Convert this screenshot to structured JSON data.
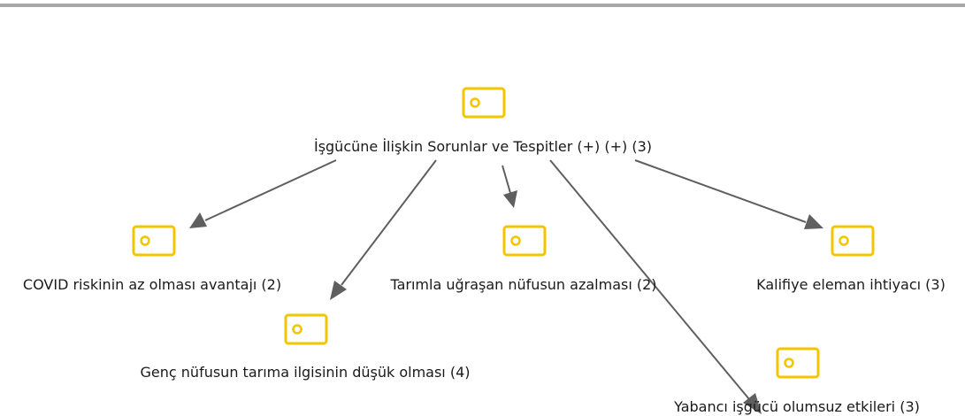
{
  "nodes": {
    "root": {
      "label": "İşgücüne İlişkin Sorunlar ve Tespitler (+) (+) (3)",
      "icon": "code-tag-icon"
    },
    "covid": {
      "label": "COVID riskinin az olması avantajı (2)",
      "icon": "code-tag-icon"
    },
    "genc": {
      "label": "Genç nüfusun tarıma ilgisinin düşük olması (4)",
      "icon": "code-tag-icon"
    },
    "tarim": {
      "label": "Tarımla uğraşan nüfusun azalması (2)",
      "icon": "code-tag-icon"
    },
    "yabanci": {
      "label": "Yabancı işgücü olumsuz etkileri (3)",
      "icon": "code-tag-icon"
    },
    "kalifiye": {
      "label": "Kalifiye eleman ihtiyacı (3)",
      "icon": "code-tag-icon"
    }
  },
  "edges": [
    {
      "from": "root",
      "to": "covid"
    },
    {
      "from": "root",
      "to": "genc"
    },
    {
      "from": "root",
      "to": "tarim"
    },
    {
      "from": "root",
      "to": "yabanci"
    },
    {
      "from": "root",
      "to": "kalifiye"
    }
  ],
  "colors": {
    "icon": "#f2c500",
    "edge": "#5f5f5f",
    "text": "#1a1a1a",
    "rule": "#a7a7a7"
  }
}
